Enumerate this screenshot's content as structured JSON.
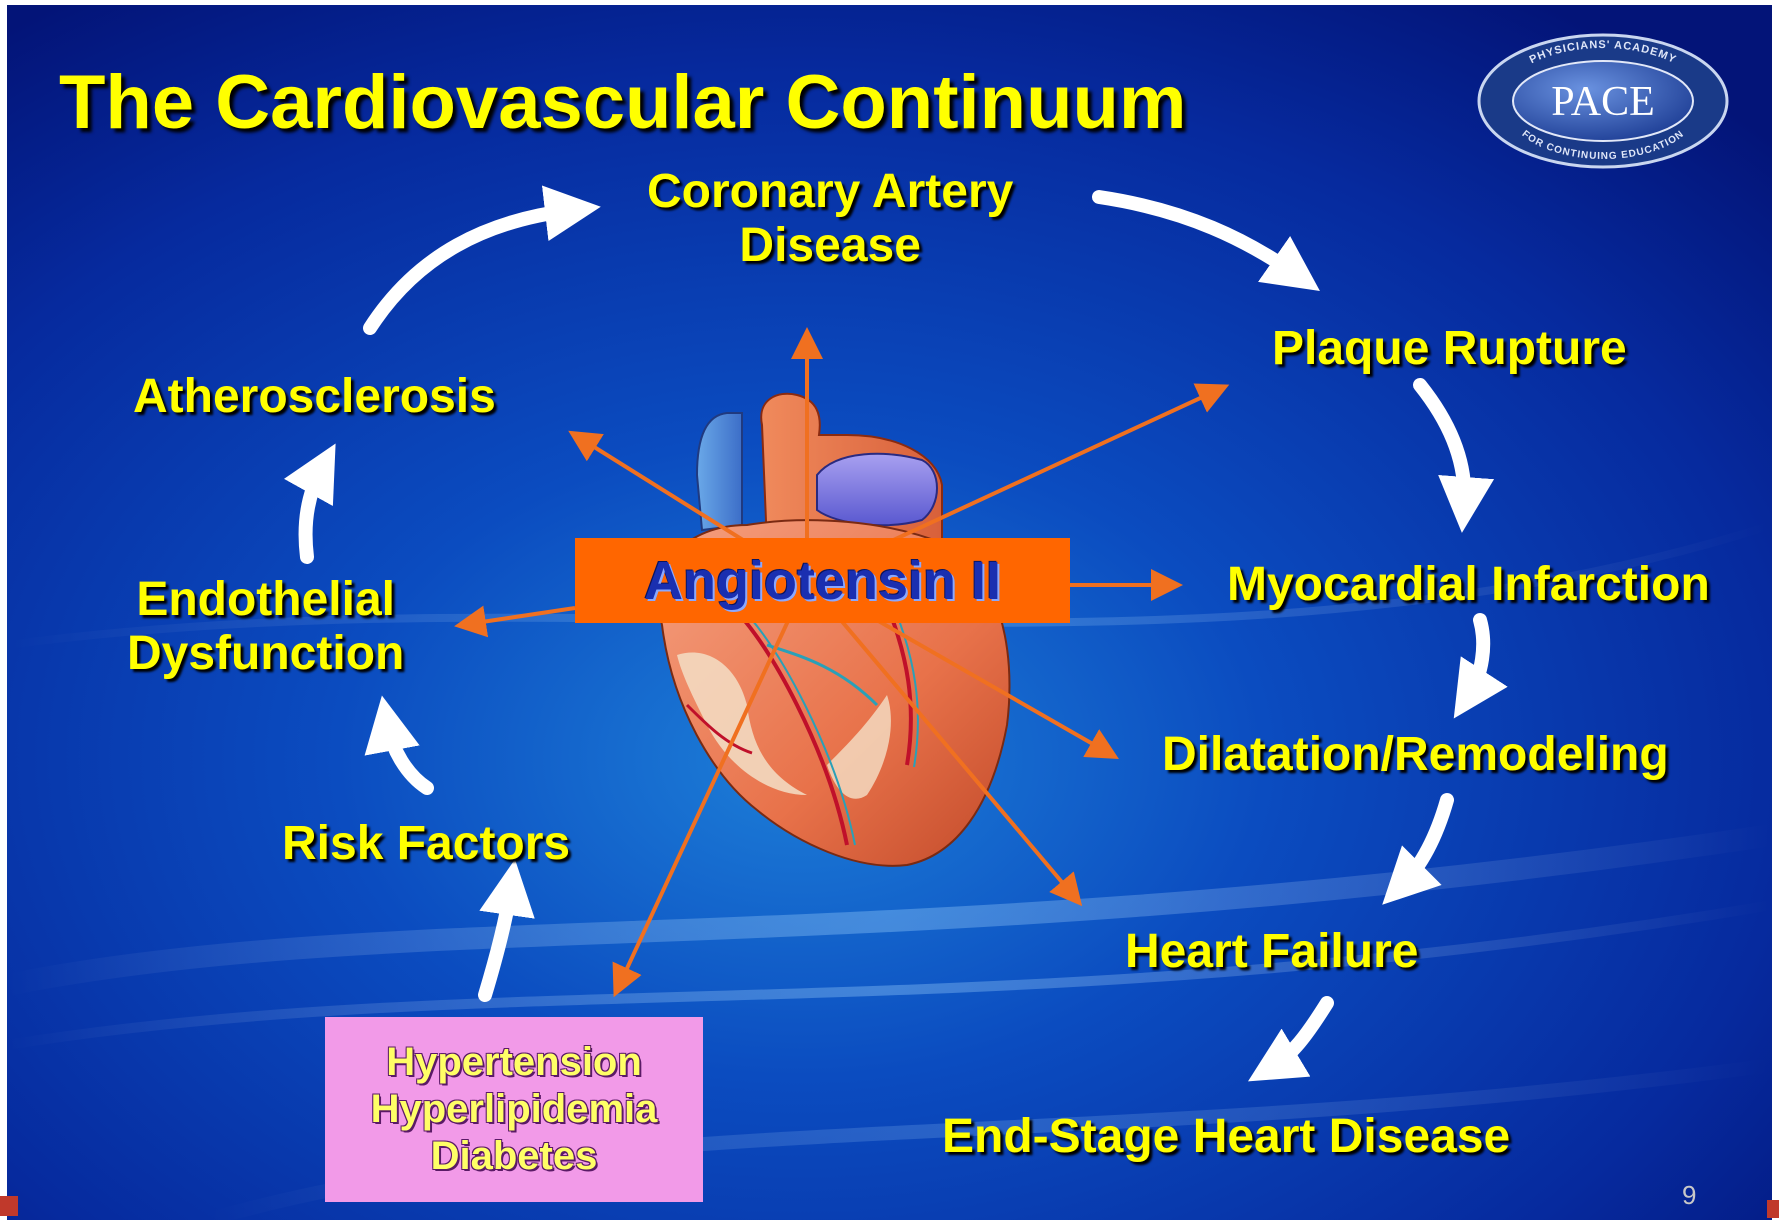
{
  "title": "The Cardiovascular Continuum",
  "logo": {
    "main": "PACE",
    "top_arc": "PHYSICIANS' ACADEMY",
    "bottom_arc": "FOR CONTINUING EDUCATION"
  },
  "center_label": "Angiotensin II",
  "stages": {
    "coronary_artery_disease": [
      "Coronary Artery",
      "Disease"
    ],
    "plaque_rupture": "Plaque Rupture",
    "myocardial_infarction": "Myocardial Infarction",
    "dilatation_remodeling": "Dilatation/Remodeling",
    "heart_failure": "Heart Failure",
    "end_stage": "End-Stage Heart Disease",
    "risk_factors": "Risk Factors",
    "endothelial_dysfunction": [
      "Endothelial",
      "Dysfunction"
    ],
    "atherosclerosis": "Atherosclerosis"
  },
  "conditions": [
    "Hypertension",
    "Hyperlipidemia",
    "Diabetes"
  ],
  "page_number": "9",
  "colors": {
    "background_dark": "#031478",
    "background_light": "#1d7fd8",
    "label_text": "#ffff00",
    "angiotensin_box": "#ff6600",
    "angiotensin_text": "#1a2fb0",
    "orange_arrow": "#f07020",
    "flow_arrow": "#ffffff",
    "conditions_box": "#f29ae8"
  }
}
